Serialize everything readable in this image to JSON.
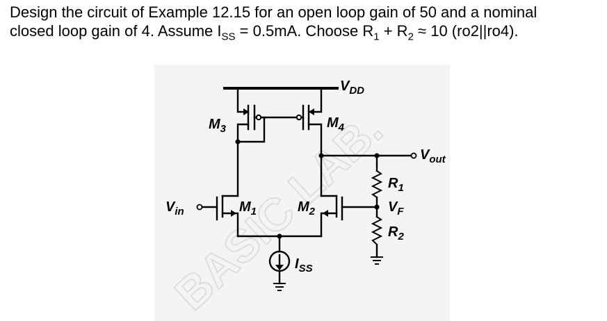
{
  "question": {
    "line1": "Design the circuit of Example 12.15 for an open loop gain of 50 and a nominal",
    "line2_a": "closed loop gain of 4. Assume I",
    "line2_iss_sub": "SS",
    "line2_b": " = 0.5mA. Choose R",
    "line2_r1_sub": "1",
    "line2_c": " + R",
    "line2_r2_sub": "2",
    "line2_d": " ≈ 10 (ro2||ro4)."
  },
  "circuit": {
    "vdd": {
      "main": "V",
      "sub": "DD"
    },
    "m3": {
      "main": "M",
      "sub": "3"
    },
    "m4": {
      "main": "M",
      "sub": "4"
    },
    "m1": {
      "main": "M",
      "sub": "1"
    },
    "m2": {
      "main": "M",
      "sub": "2"
    },
    "vin": {
      "main": "V",
      "sub": "in"
    },
    "vout": {
      "main": "V",
      "sub": "out"
    },
    "r1": {
      "main": "R",
      "sub": "1"
    },
    "r2": {
      "main": "R",
      "sub": "2"
    },
    "vf": {
      "main": "V",
      "sub": "F"
    },
    "iss": {
      "main": "I",
      "sub": "SS"
    }
  },
  "watermark": "BASIC LAB.",
  "colors": {
    "background": "#ffffff",
    "panel": "#f4f4f4",
    "wire": "#000000",
    "watermark": "#d9d9d9"
  }
}
